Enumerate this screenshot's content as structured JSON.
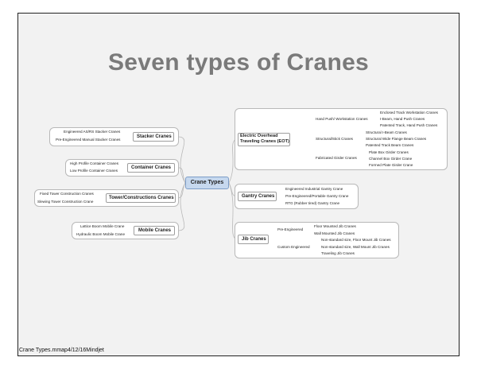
{
  "title": "Seven types of Cranes",
  "center": "Crane Types",
  "footer": "Crane Types.mmap4/12/16Mindjet",
  "left": [
    {
      "name": "Stacker Cranes",
      "items": [
        "Engineered AS/RS Stacker Cranes",
        "Pre-Engineered Manual Stacker Cranes"
      ]
    },
    {
      "name": "Container Cranes",
      "items": [
        "High Profile Container Cranes",
        "Low Profile Container Cranes"
      ]
    },
    {
      "name": "Tower/Constructions Cranes",
      "items": [
        "Fixed Tower Construction Cranes",
        "Slewing Tower Construction Crane"
      ]
    },
    {
      "name": "Mobile Cranes",
      "items": [
        "Lattice Boom Mobile Crane",
        "Hydraulic Boom Mobile Crane"
      ]
    }
  ],
  "right": [
    {
      "name": "Electric Overhead Traveling Cranes (EOT)",
      "subs": [
        {
          "name": "Hand Push/ Workstation Cranes",
          "items": [
            "Enclosed Track Workstation Cranes",
            "I-Beam, Hand Push Cranes",
            "Patented Track, Hand Push Cranes"
          ]
        },
        {
          "name": "Structural/Stick Cranes",
          "items": [
            "Structural I-Beam Cranes",
            "Structural Wide Flange Beam Cranes",
            "Patented Track Beam Cranes"
          ]
        },
        {
          "name": "Fabricated Girder Cranes",
          "items": [
            "Plate Box Girder Cranes",
            "Channel Box Girder Crane",
            "Formed Plate Girder Crane"
          ]
        }
      ]
    },
    {
      "name": "Gantry Cranes",
      "items": [
        "Engineered Industrial Gantry Crane",
        "Pre-Engineered/Portable Gantry Crane",
        "RTG (Rubber tired) Gantry Crane"
      ]
    },
    {
      "name": "Jib Cranes",
      "subs": [
        {
          "name": "Pre-Engineered",
          "items": [
            "Floor Mounted Jib Cranes",
            "Wall Mounted Jib Cranes"
          ]
        },
        {
          "name": "Custom Engineered",
          "items": [
            "Non-standard size, Floor Mount Jib Cranes",
            "Non-standard size, Wall Mount Jib Cranes",
            "Traveling Jib Cranes"
          ]
        }
      ]
    }
  ]
}
